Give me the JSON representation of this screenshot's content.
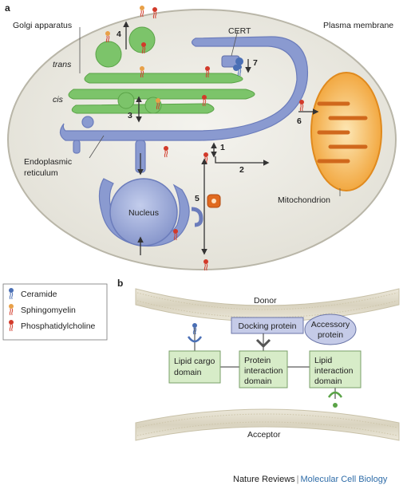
{
  "panel_a": {
    "label": "a",
    "golgi": "Golgi apparatus",
    "plasma_membrane": "Plasma membrane",
    "cert": "CERT",
    "trans": "trans",
    "cis": "cis",
    "er": [
      "Endoplasmic",
      "reticulum"
    ],
    "nucleus": "Nucleus",
    "mitochondrion": "Mitochondrion",
    "steps": [
      "1",
      "2",
      "3",
      "4",
      "5",
      "6",
      "7"
    ]
  },
  "legend": {
    "items": [
      {
        "label": "Ceramide",
        "color": "#4a6fb5"
      },
      {
        "label": "Sphingomyelin",
        "color": "#e8a048"
      },
      {
        "label": "Phosphatidylcholine",
        "color": "#d23a2a"
      }
    ]
  },
  "panel_b": {
    "label": "b",
    "donor": "Donor",
    "acceptor": "Acceptor",
    "docking_protein": "Docking protein",
    "accessory": [
      "Accessory",
      "protein"
    ],
    "domains": [
      [
        "Lipid cargo",
        "domain"
      ],
      [
        "Protein",
        "interaction",
        "domain"
      ],
      [
        "Lipid",
        "interaction",
        "domain"
      ]
    ]
  },
  "footer": {
    "journal": "Nature Reviews",
    "separator": "|",
    "subtitle": "Molecular Cell Biology"
  },
  "colors": {
    "cell": "#ecebe3",
    "golgi": "#7cc46a",
    "er": "#8a9ad0",
    "mito": "#f4a640",
    "domain_box": "#d7ecc8",
    "docking_box": "#c5cbe8"
  }
}
